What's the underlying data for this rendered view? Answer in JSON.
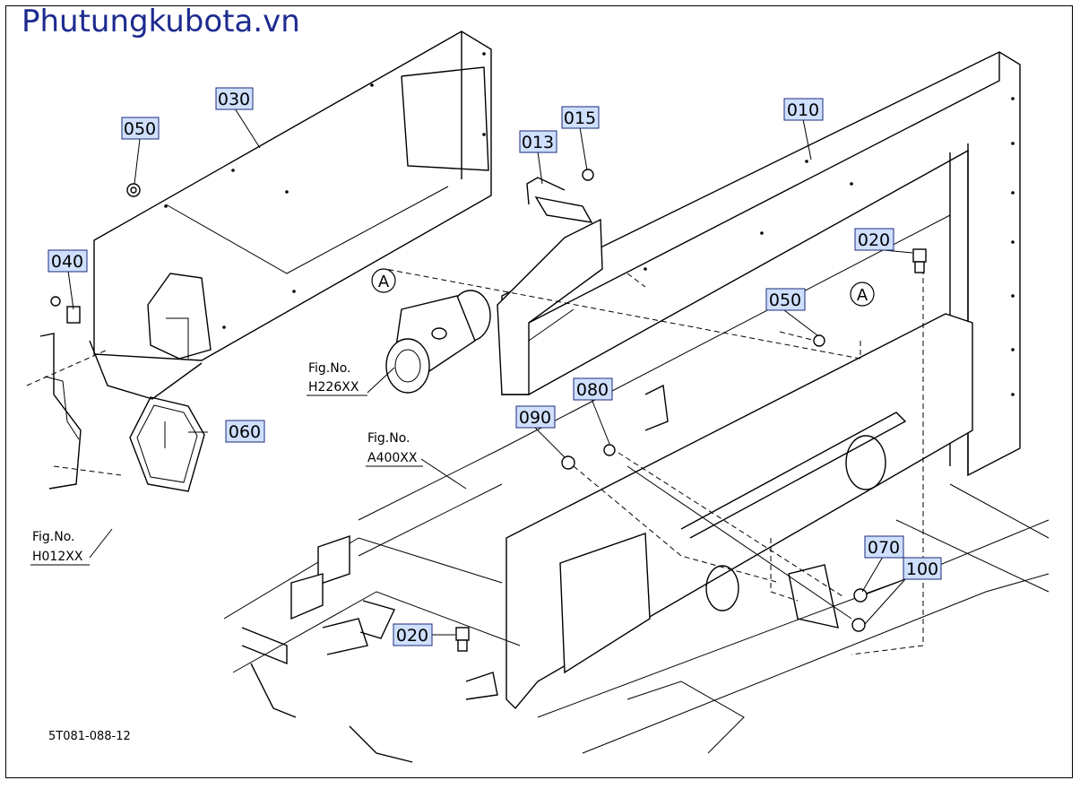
{
  "watermark": "Phutungkubota.vn",
  "drawing_code": "5T081-088-12",
  "part_labels": {
    "p010": "010",
    "p013": "013",
    "p015": "015",
    "p020a": "020",
    "p020b": "020",
    "p030": "030",
    "p040": "040",
    "p050a": "050",
    "p050b": "050",
    "p060": "060",
    "p070": "070",
    "p080": "080",
    "p090": "090",
    "p100": "100"
  },
  "fig_refs": {
    "h226": {
      "line1": "Fig.No.",
      "line2": "H226XX"
    },
    "a400": {
      "line1": "Fig.No.",
      "line2": "A400XX"
    },
    "h012": {
      "line1": "Fig.No.",
      "line2": "H012XX"
    }
  },
  "callouts": {
    "a1": "A",
    "a2": "A"
  }
}
